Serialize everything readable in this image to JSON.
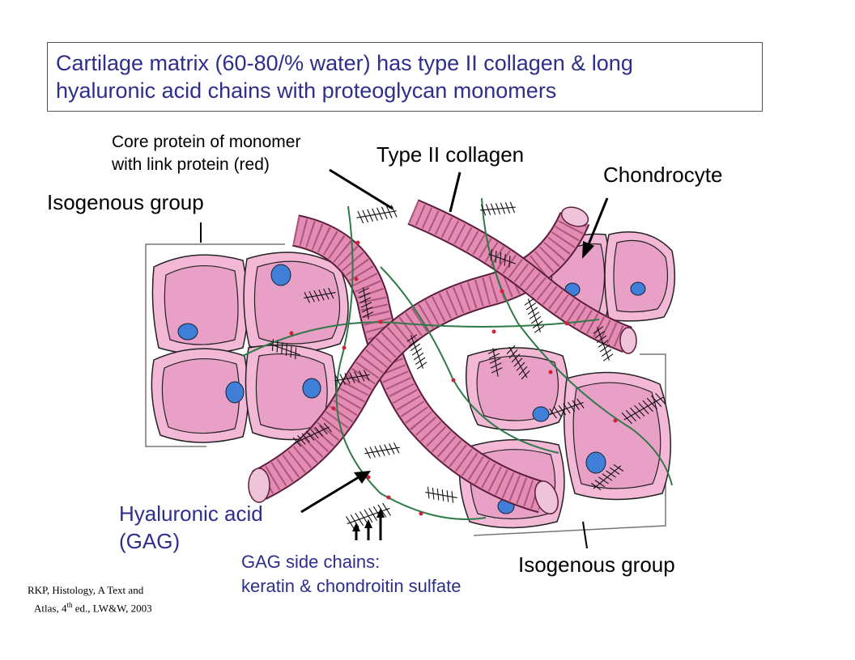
{
  "title": {
    "line1": "Cartilage matrix (60-80/% water) has type II collagen & long",
    "line2": "hyaluronic acid chains with proteoglycan monomers"
  },
  "labels": {
    "core_protein_line1": "Core protein of monomer",
    "core_protein_line2": "with link protein (red)",
    "type2_collagen": "Type II collagen",
    "chondrocyte": "Chondrocyte",
    "isogenous_group_top": "Isogenous group",
    "isogenous_group_bottom": "Isogenous group",
    "hyaluronic_acid_line1": "Hyaluronic acid",
    "hyaluronic_acid_line2": "(GAG)",
    "gag_side_chains_line1": "GAG side chains:",
    "gag_side_chains_line2": "keratin & chondroitin sulfate"
  },
  "citation": {
    "line1": "RKP, Histology, A Text and",
    "line2_prefix": "Atlas, 4",
    "line2_sup": "th",
    "line2_suffix": " ed., LW&W, 2003"
  },
  "colors": {
    "title_text": "#2e2e8c",
    "collagen_fill": "#e48cb4",
    "cell_fill": "#f2b8d6",
    "cell_inner": "#e9a0c6",
    "nucleus": "#3f7fd8",
    "hyaluronic_acid": "#2f7a48",
    "link_protein": "#d0203a",
    "gag_chains": "#111111"
  }
}
